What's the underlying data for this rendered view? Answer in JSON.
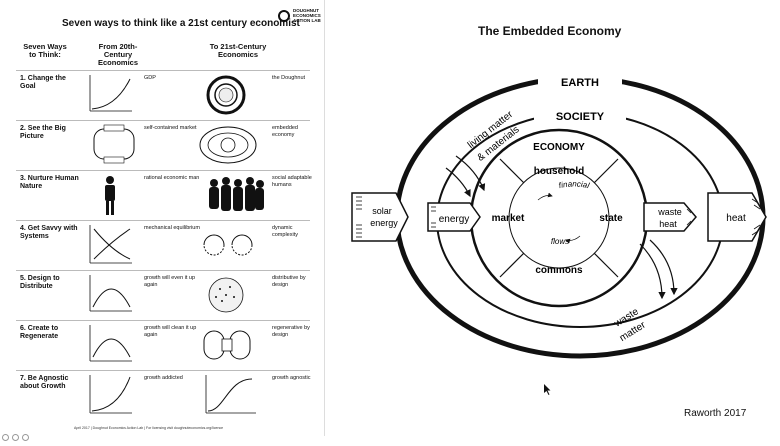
{
  "left": {
    "title": "Seven ways to think like a 21st century economist",
    "logo_text": "DOUGHNUT ECONOMICS ACTION LAB",
    "col_ways": "Seven Ways to Think:",
    "col_from": "From 20th-Century Economics",
    "col_to": "To 21st-Century Economics",
    "rows": [
      {
        "label": "1. Change the Goal",
        "from": "GDP",
        "to": "the Doughnut"
      },
      {
        "label": "2. See the Big Picture",
        "from": "self-contained market",
        "to": "embedded economy"
      },
      {
        "label": "3. Nurture Human Nature",
        "from": "rational economic man",
        "to": "social adaptable humans"
      },
      {
        "label": "4. Get Savvy with Systems",
        "from": "mechanical equilibrium",
        "to": "dynamic complexity"
      },
      {
        "label": "5. Design to Distribute",
        "from": "growth will even it up again",
        "to": "distributive by design"
      },
      {
        "label": "6. Create to Regenerate",
        "from": "growth will clean it up again",
        "to": "regenerative by design"
      },
      {
        "label": "7. Be Agnostic about Growth",
        "from": "growth addicted",
        "to": "growth agnostic"
      }
    ],
    "footer": "April 2017 | Doughnut Economics Action Lab | For licensing visit doughnuteconomics.org/licence"
  },
  "right": {
    "title": "The Embedded Economy",
    "earth": "EARTH",
    "society": "SOCIETY",
    "economy": "ECONOMY",
    "household": "household",
    "market": "market",
    "state": "state",
    "commons": "commons",
    "financial": "financial",
    "flows": "flows",
    "living_matter": "living matter",
    "materials": "& materials",
    "solar_energy_1": "solar",
    "solar_energy_2": "energy",
    "energy": "energy",
    "waste_heat_1": "waste",
    "waste_heat_2": "heat",
    "heat": "heat",
    "waste_matter_1": "waste",
    "waste_matter_2": "matter",
    "credit": "Raworth 2017"
  },
  "colors": {
    "ink": "#111111",
    "rule": "#bbbbbb"
  }
}
